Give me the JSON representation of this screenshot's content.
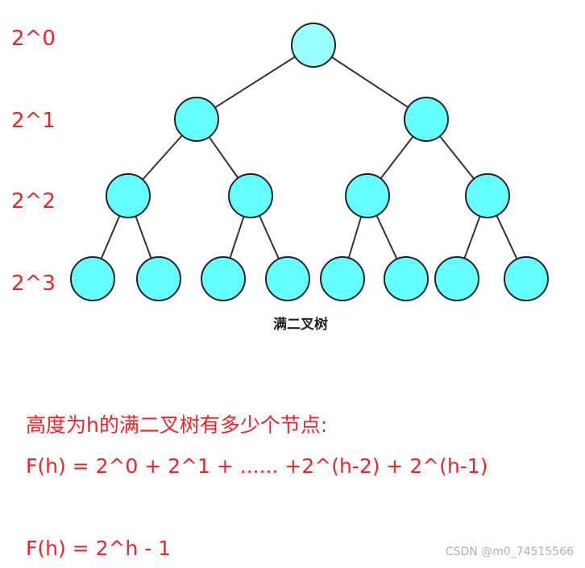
{
  "colors": {
    "node_fill": "#66ffff",
    "root_fill": "#99ffff",
    "label_red": "#e8262c",
    "caption_dark": "#222222"
  },
  "tree": {
    "level_labels": [
      "2^0",
      "2^1",
      "2^2",
      "2^3"
    ],
    "caption": "满二叉树",
    "depth": 4
  },
  "text": {
    "question": "高度为h的满二叉树有多少个节点:",
    "formula_sum": "F(h) =  2^0 + 2^1 + ...... +2^(h-2) + 2^(h-1)",
    "formula_result": "F(h) = 2^h - 1"
  },
  "watermark": "CSDN @m0_74515566"
}
